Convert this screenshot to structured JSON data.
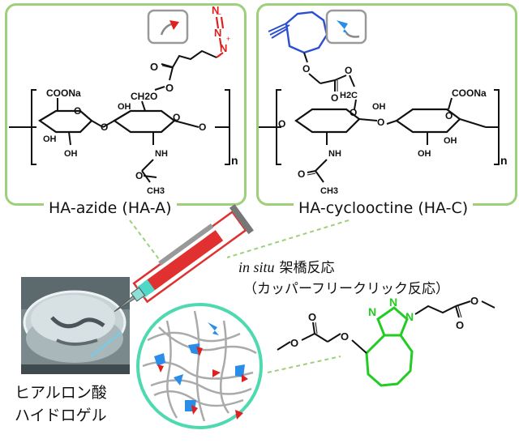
{
  "panels": {
    "azide": {
      "caption": "HA-azide (HA-A)"
    },
    "cyclooctine": {
      "caption": "HA-cyclooctine (HA-C)"
    }
  },
  "structure_labels": {
    "coona": "COONa",
    "oh": "OH",
    "ch2o": "CH2O",
    "h2c": "H2C",
    "nh": "NH",
    "ch3": "CH3",
    "n": "n",
    "o": "O",
    "n_atom": "N"
  },
  "reaction": {
    "in_situ": "in situ",
    "crosslink": "架橋反応",
    "copper_free": "（カッパーフリークリック反応）"
  },
  "gel": {
    "line1": "ヒアルロン酸",
    "line2": "ハイドロゲル"
  },
  "colors": {
    "panel_border": "#9ecf7a",
    "azide": "#e02020",
    "cyclooctine": "#2a4fd0",
    "triazole": "#22cc22",
    "cube": "#2a8ee8",
    "gel_circle": "#4fd9b0",
    "syringe": "#e03030"
  }
}
